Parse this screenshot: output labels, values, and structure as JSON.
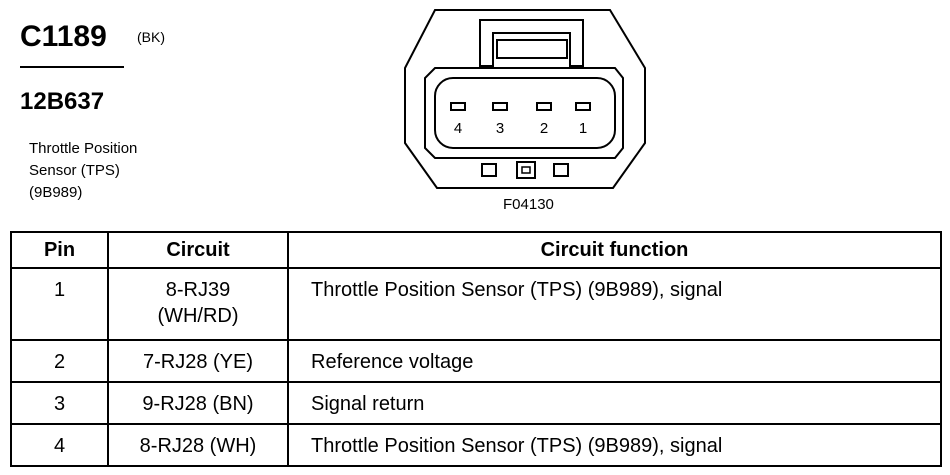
{
  "header": {
    "connector_id": "C1189",
    "connector_color": "(BK)",
    "part_number": "12B637",
    "component_desc": "Throttle Position\nSensor (TPS)\n(9B989)"
  },
  "diagram": {
    "figure_code": "F04130",
    "pin_labels": [
      "4",
      "3",
      "2",
      "1"
    ]
  },
  "table": {
    "headers": {
      "pin": "Pin",
      "circuit": "Circuit",
      "function": "Circuit function"
    },
    "rows": [
      {
        "pin": "1",
        "circuit": "8-RJ39",
        "circuit_color": "(WH/RD)",
        "function": "Throttle Position Sensor (TPS) (9B989), signal"
      },
      {
        "pin": "2",
        "circuit": "7-RJ28 (YE)",
        "function": "Reference voltage"
      },
      {
        "pin": "3",
        "circuit": "9-RJ28 (BN)",
        "function": "Signal return"
      },
      {
        "pin": "4",
        "circuit": "8-RJ28 (WH)",
        "function": "Throttle Position Sensor (TPS) (9B989), signal"
      }
    ]
  }
}
